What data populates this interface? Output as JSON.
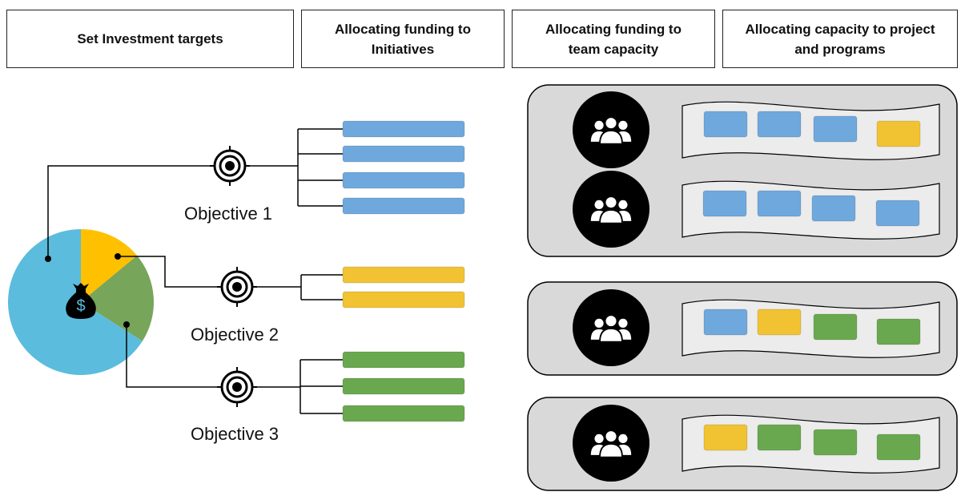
{
  "headers": [
    "Set Investment targets",
    "Allocating funding to\nInitiatives",
    "Allocating funding to\nteam capacity",
    "Allocating capacity to project\nand programs"
  ],
  "objectives": [
    {
      "label": "Objective 1",
      "initiative_color": "#6fa8dc",
      "initiative_count": 4
    },
    {
      "label": "Objective 2",
      "initiative_color": "#f1c232",
      "initiative_count": 2
    },
    {
      "label": "Objective 3",
      "initiative_color": "#6aa84f",
      "initiative_count": 3
    }
  ],
  "pie": {
    "slices": [
      {
        "name": "Objective 1",
        "value": 0.66,
        "color": "#5bbcdd"
      },
      {
        "name": "Objective 2",
        "value": 0.14,
        "color": "#ffc000"
      },
      {
        "name": "Objective 3",
        "value": 0.2,
        "color": "#77a55a"
      }
    ],
    "center_icon": "money-bag-icon"
  },
  "teams": {
    "icon": "team-people-icon",
    "groups": [
      {
        "rows": [
          [
            "blue",
            "blue",
            "blue",
            "yellow"
          ],
          [
            "blue",
            "blue",
            "blue",
            "blue"
          ]
        ]
      },
      {
        "rows": [
          [
            "blue",
            "yellow",
            "green",
            "green"
          ]
        ]
      },
      {
        "rows": [
          [
            "yellow",
            "green",
            "green",
            "green"
          ]
        ]
      }
    ],
    "colors": {
      "blue": "#6fa8dc",
      "yellow": "#f1c232",
      "green": "#6aa84f"
    }
  }
}
